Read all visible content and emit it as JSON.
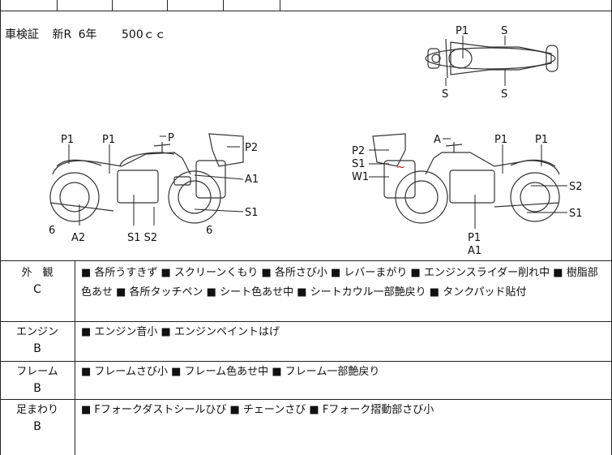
{
  "certificate": {
    "label": "車検証",
    "type": "新R",
    "years": "6年",
    "displacement": "500ｃｃ"
  },
  "diagram_labels": {
    "top_p1": "P1",
    "top_s_right": "S",
    "top_s_left_bottom": "S",
    "top_s_right_bottom": "S",
    "left_p1_a": "P1",
    "left_p1_b": "P1",
    "left_p": "P",
    "left_p2": "P2",
    "left_a1": "A1",
    "left_s1": "S1",
    "left_6_a": "6",
    "left_a2": "A2",
    "left_s1s2": "S1 S2",
    "left_6_b": "6",
    "right_a": "A",
    "right_p1_a": "P1",
    "right_p1_b": "P1",
    "right_p2": "P2",
    "right_s1": "S1",
    "right_w1": "W1",
    "right_s2": "S2",
    "right_s1_b": "S1",
    "right_p1_c": "P1",
    "right_a1": "A1",
    "right_tilde": "~"
  },
  "sections": [
    {
      "category": "外　観",
      "grade": "C",
      "description": "■ 各所うすきず ■ スクリーンくもり ■ 各所さび小 ■ レバーまがり ■ エンジンスライダー削れ中 ■ 樹脂部色あせ ■ 各所タッチペン ■ シート色あせ中 ■ シートカウル一部艶戻り ■ タンクパッド貼付"
    },
    {
      "category": "エンジン",
      "grade": "B",
      "description": "■ エンジン音小 ■ エンジンペイントはげ"
    },
    {
      "category": "フレーム",
      "grade": "B",
      "description": "■ フレームさび小 ■ フレーム色あせ中 ■ フレーム一部艶戻り"
    },
    {
      "category": "足まわり",
      "grade": "B",
      "description": "■ Fフォークダストシールひび ■ チェーンさび ■ Fフォーク摺動部さび小"
    }
  ]
}
